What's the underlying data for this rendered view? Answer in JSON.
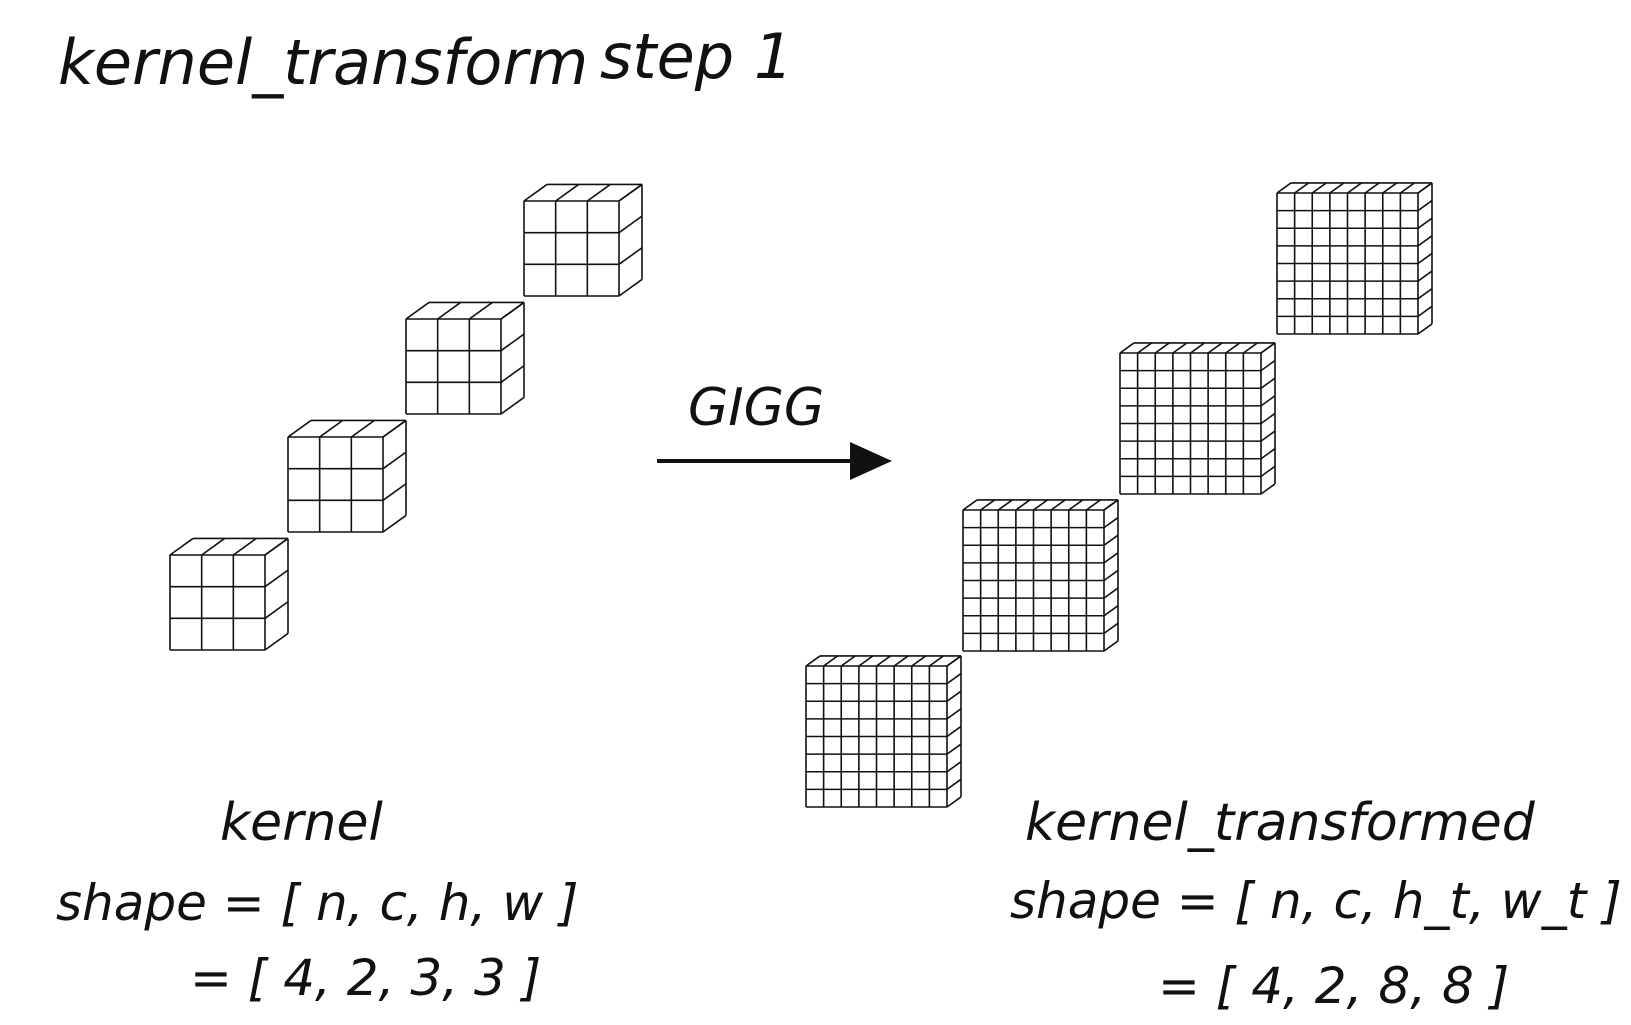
{
  "header": {
    "title": "kernel_transform",
    "step": "step 1"
  },
  "transform": {
    "label": "GIGG",
    "arrow_icon": "right-arrow-icon"
  },
  "input_tensor": {
    "name": "kernel",
    "shape_line1": "shape = [ n, c, h, w ]",
    "shape_line2": "= [ 4, 2, 3, 3 ]",
    "num_blocks": 4,
    "grid_size": 3
  },
  "output_tensor": {
    "name": "kernel_transformed",
    "shape_line1": "shape = [ n, c, h_t, w_t ]",
    "shape_line2": "= [ 4, 2, 8, 8 ]",
    "num_blocks": 4,
    "grid_size": 8
  },
  "colors": {
    "ink": "#111111",
    "background": "#ffffff"
  }
}
